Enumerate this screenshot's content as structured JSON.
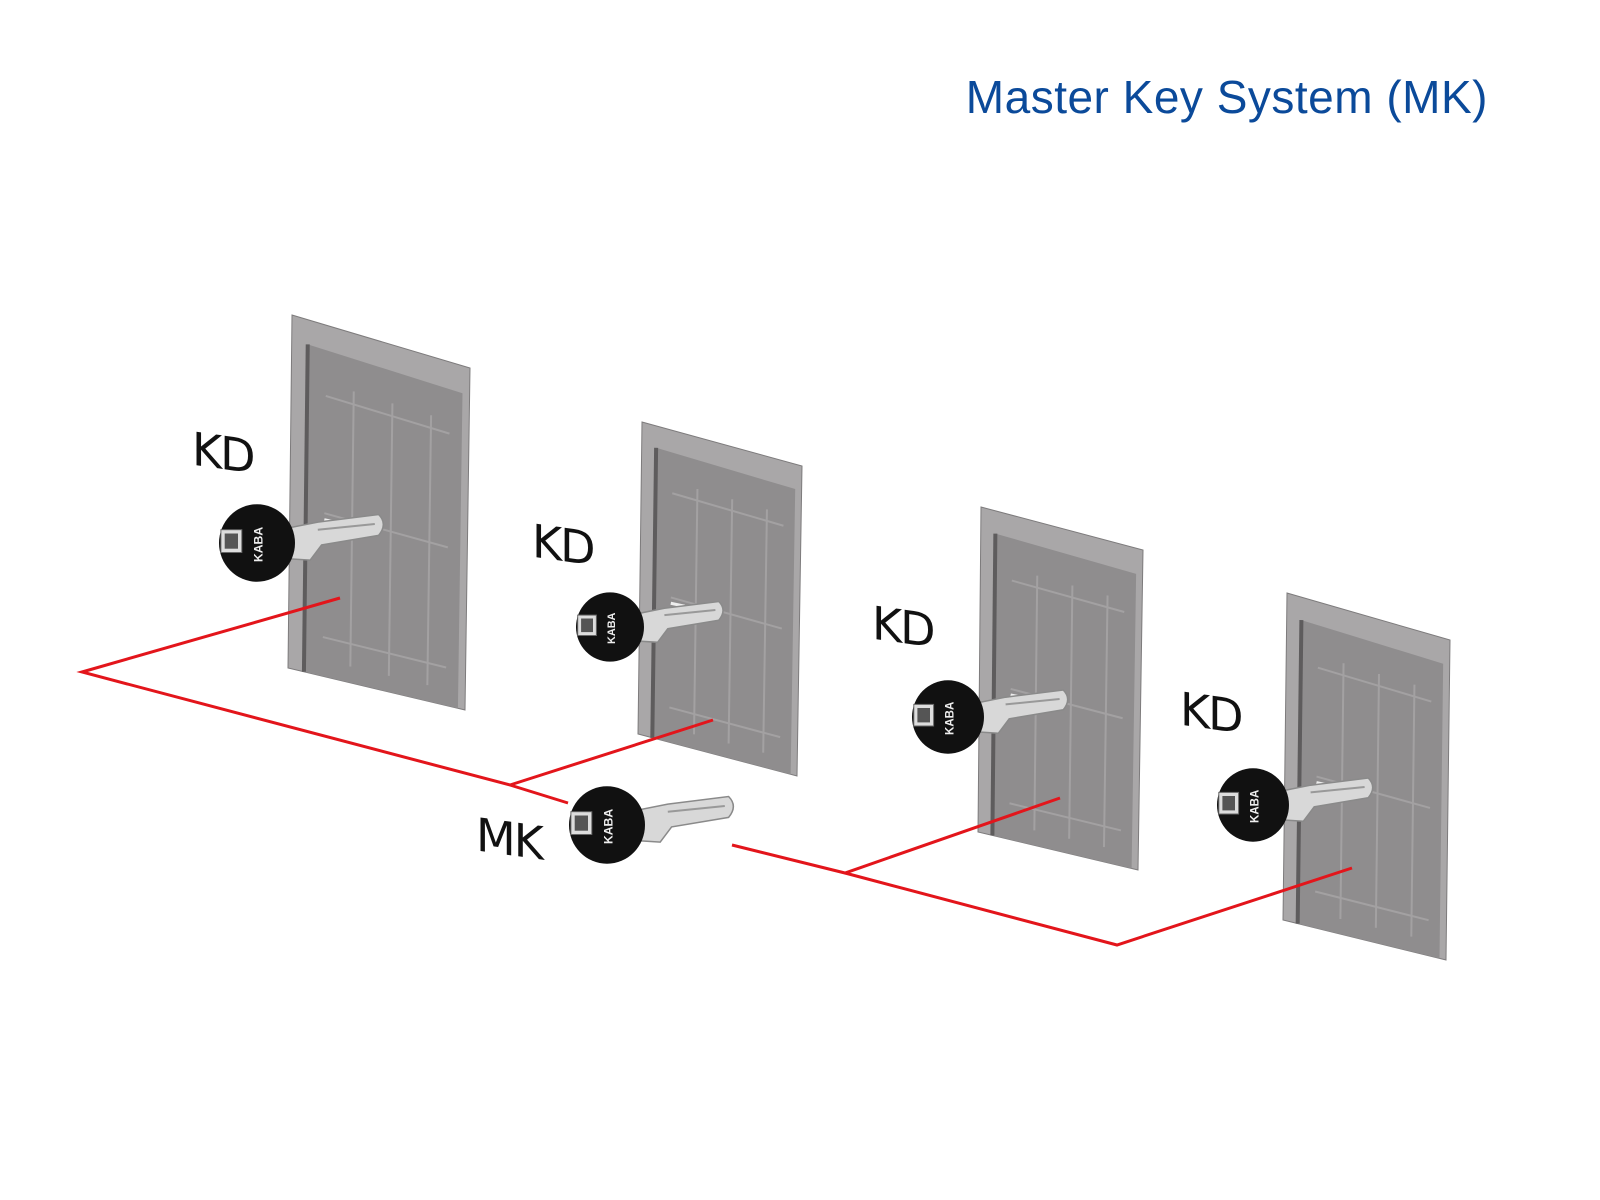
{
  "title": "Master Key System (MK)",
  "doors": [
    {
      "label": "KD"
    },
    {
      "label": "KD"
    },
    {
      "label": "KD"
    },
    {
      "label": "KD"
    }
  ],
  "master": {
    "label": "MK"
  },
  "key_brand": "KABA",
  "colors": {
    "title": "#0b4a9a",
    "line": "#e3151b",
    "door": "#8f8d8e",
    "frame": "#a9a7a8",
    "key_head": "#111111"
  }
}
